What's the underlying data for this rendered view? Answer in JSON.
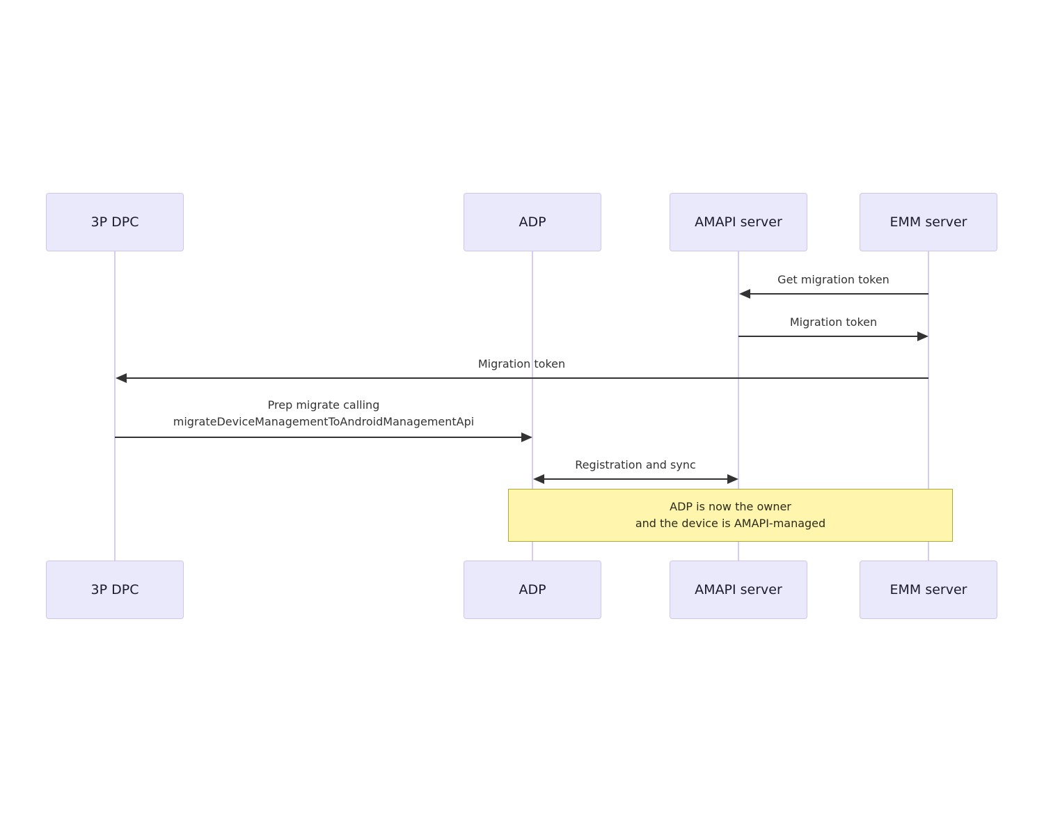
{
  "diagram_type": "sequence-diagram",
  "background_color": "#ffffff",
  "actors": [
    {
      "label": "3P DPC"
    },
    {
      "label": "ADP"
    },
    {
      "label": "AMAPI server"
    },
    {
      "label": "EMM server"
    }
  ],
  "messages": [
    {
      "from": "EMM server",
      "to": "AMAPI server",
      "label": "Get migration token",
      "arrow": "left"
    },
    {
      "from": "AMAPI server",
      "to": "EMM server",
      "label": "Migration token",
      "arrow": "right"
    },
    {
      "from": "EMM server",
      "to": "3P DPC",
      "label": "Migration token",
      "arrow": "left"
    },
    {
      "from": "3P DPC",
      "to": "ADP",
      "label_line1": "Prep migrate calling",
      "label_line2": "migrateDeviceManagementToAndroidManagementApi",
      "arrow": "right"
    },
    {
      "from": "ADP",
      "to": "AMAPI server",
      "label": "Registration and sync",
      "arrow": "both"
    }
  ],
  "note": {
    "line1": "ADP is now the owner",
    "line2": "and the device is AMAPI-managed"
  },
  "colors": {
    "actor_fill": "#eae9fb",
    "actor_border": "#cfc5ec",
    "lifeline": "#d5ccf0",
    "message_line": "#333333",
    "text": "#333333",
    "note_fill": "#fff5ad",
    "note_border": "#aaaa33"
  }
}
